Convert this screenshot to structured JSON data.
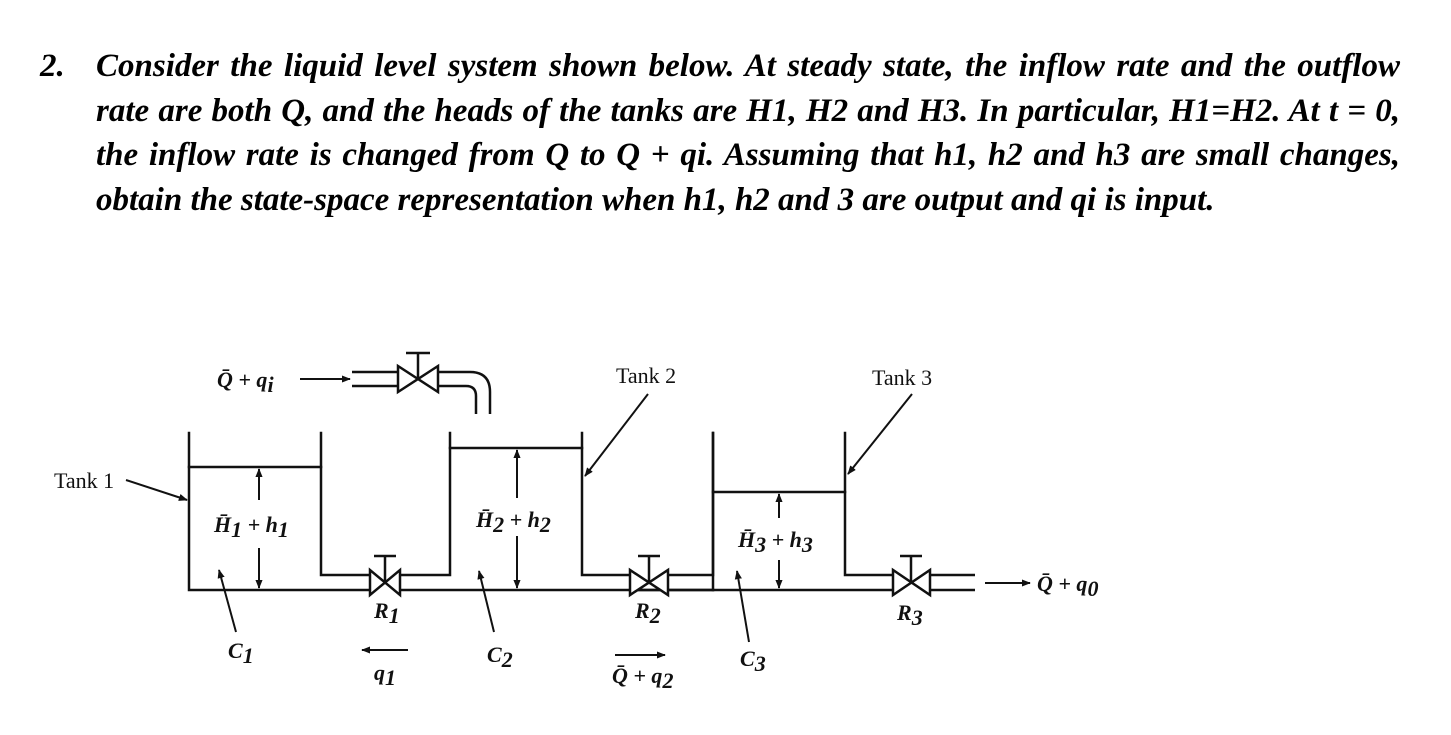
{
  "problem": {
    "number": "2.",
    "text": "Consider the liquid level system shown below. At steady state, the inflow rate and the outflow rate are both Q, and the heads of the tanks are H1, H2 and H3. In particular, H1=H2. At t = 0, the inflow rate is changed from Q to Q + qi. Assuming that h1, h2 and h3 are small changes, obtain the state-space representation when h1, h2 and 3 are output and qi is input."
  },
  "diagram": {
    "tank1_label": "Tank 1",
    "tank2_label": "Tank 2",
    "tank3_label": "Tank 3",
    "inflow": {
      "main": "Q̄ + q",
      "sub": "i"
    },
    "outflow": {
      "main": "Q̄ + q",
      "sub": "0"
    },
    "head1": {
      "a": "H̄",
      "asub": "1",
      "b": " + h",
      "bsub": "1"
    },
    "head2": {
      "a": "H̄",
      "asub": "2",
      "b": " + h",
      "bsub": "2"
    },
    "head3": {
      "a": "H̄",
      "asub": "3",
      "b": " + h",
      "bsub": "3"
    },
    "c1": {
      "main": "C",
      "sub": "1"
    },
    "c2": {
      "main": "C",
      "sub": "2"
    },
    "c3": {
      "main": "C",
      "sub": "3"
    },
    "r1": {
      "main": "R",
      "sub": "1"
    },
    "r2": {
      "main": "R",
      "sub": "2"
    },
    "r3": {
      "main": "R",
      "sub": "3"
    },
    "q1": {
      "main": "q",
      "sub": "1"
    },
    "q2": {
      "main": "Q̄ + q",
      "sub": "2"
    }
  }
}
